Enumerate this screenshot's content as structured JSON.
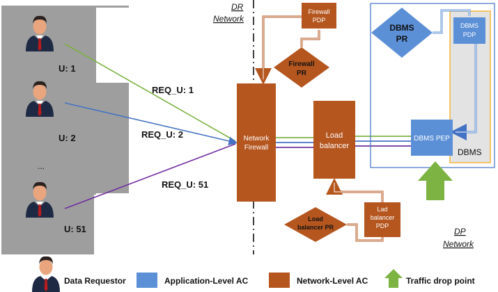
{
  "users": [
    {
      "label": "U: 1"
    },
    {
      "label": "U: 2"
    },
    {
      "ellipsis": "..."
    },
    {
      "label": "U: 51"
    }
  ],
  "requests": [
    {
      "label": "REQ_U: 1",
      "color": "#7cb342"
    },
    {
      "label": "REQ_U: 2",
      "color": "#4472c4"
    },
    {
      "label": "REQ_U: 51",
      "color": "#7030a0"
    }
  ],
  "dr_network": {
    "line1": "DR",
    "line2": "Network"
  },
  "dp_network": {
    "line1": "DP",
    "line2": "Network"
  },
  "network_firewall": {
    "line1": "Network",
    "line2": "Firewall"
  },
  "firewall_pdp": {
    "line1": "Firewall",
    "line2": "PDP"
  },
  "firewall_pr": {
    "line1": "Firewall",
    "line2": "PR"
  },
  "load_balancer": {
    "line1": "Load",
    "line2": "balancer"
  },
  "load_balancer_pr": {
    "line1": "Load",
    "line2": "balancer PR"
  },
  "lb_pdp": {
    "line1": "Lad",
    "line2": "balancer",
    "line3": "PDP"
  },
  "dbms_pr": {
    "line1": "DBMS",
    "line2": "PR"
  },
  "dbms_pdp": {
    "line1": "DBMS",
    "line2": "PDP"
  },
  "dbms_pep": {
    "label": "DBMS PEP"
  },
  "dbms": {
    "label": "DBMS"
  },
  "legend": {
    "data_requestor": "Data Requestor",
    "app_level": "Application-Level AC",
    "net_level": "Network-Level AC",
    "traffic_drop": "Traffic drop point"
  },
  "colors": {
    "network_ac": "#b5561f",
    "app_ac": "#5b8fd6",
    "green_arrow": "#7cb342",
    "panel_grey": "#9e9e9e",
    "dbms_border": "#f4b942"
  }
}
